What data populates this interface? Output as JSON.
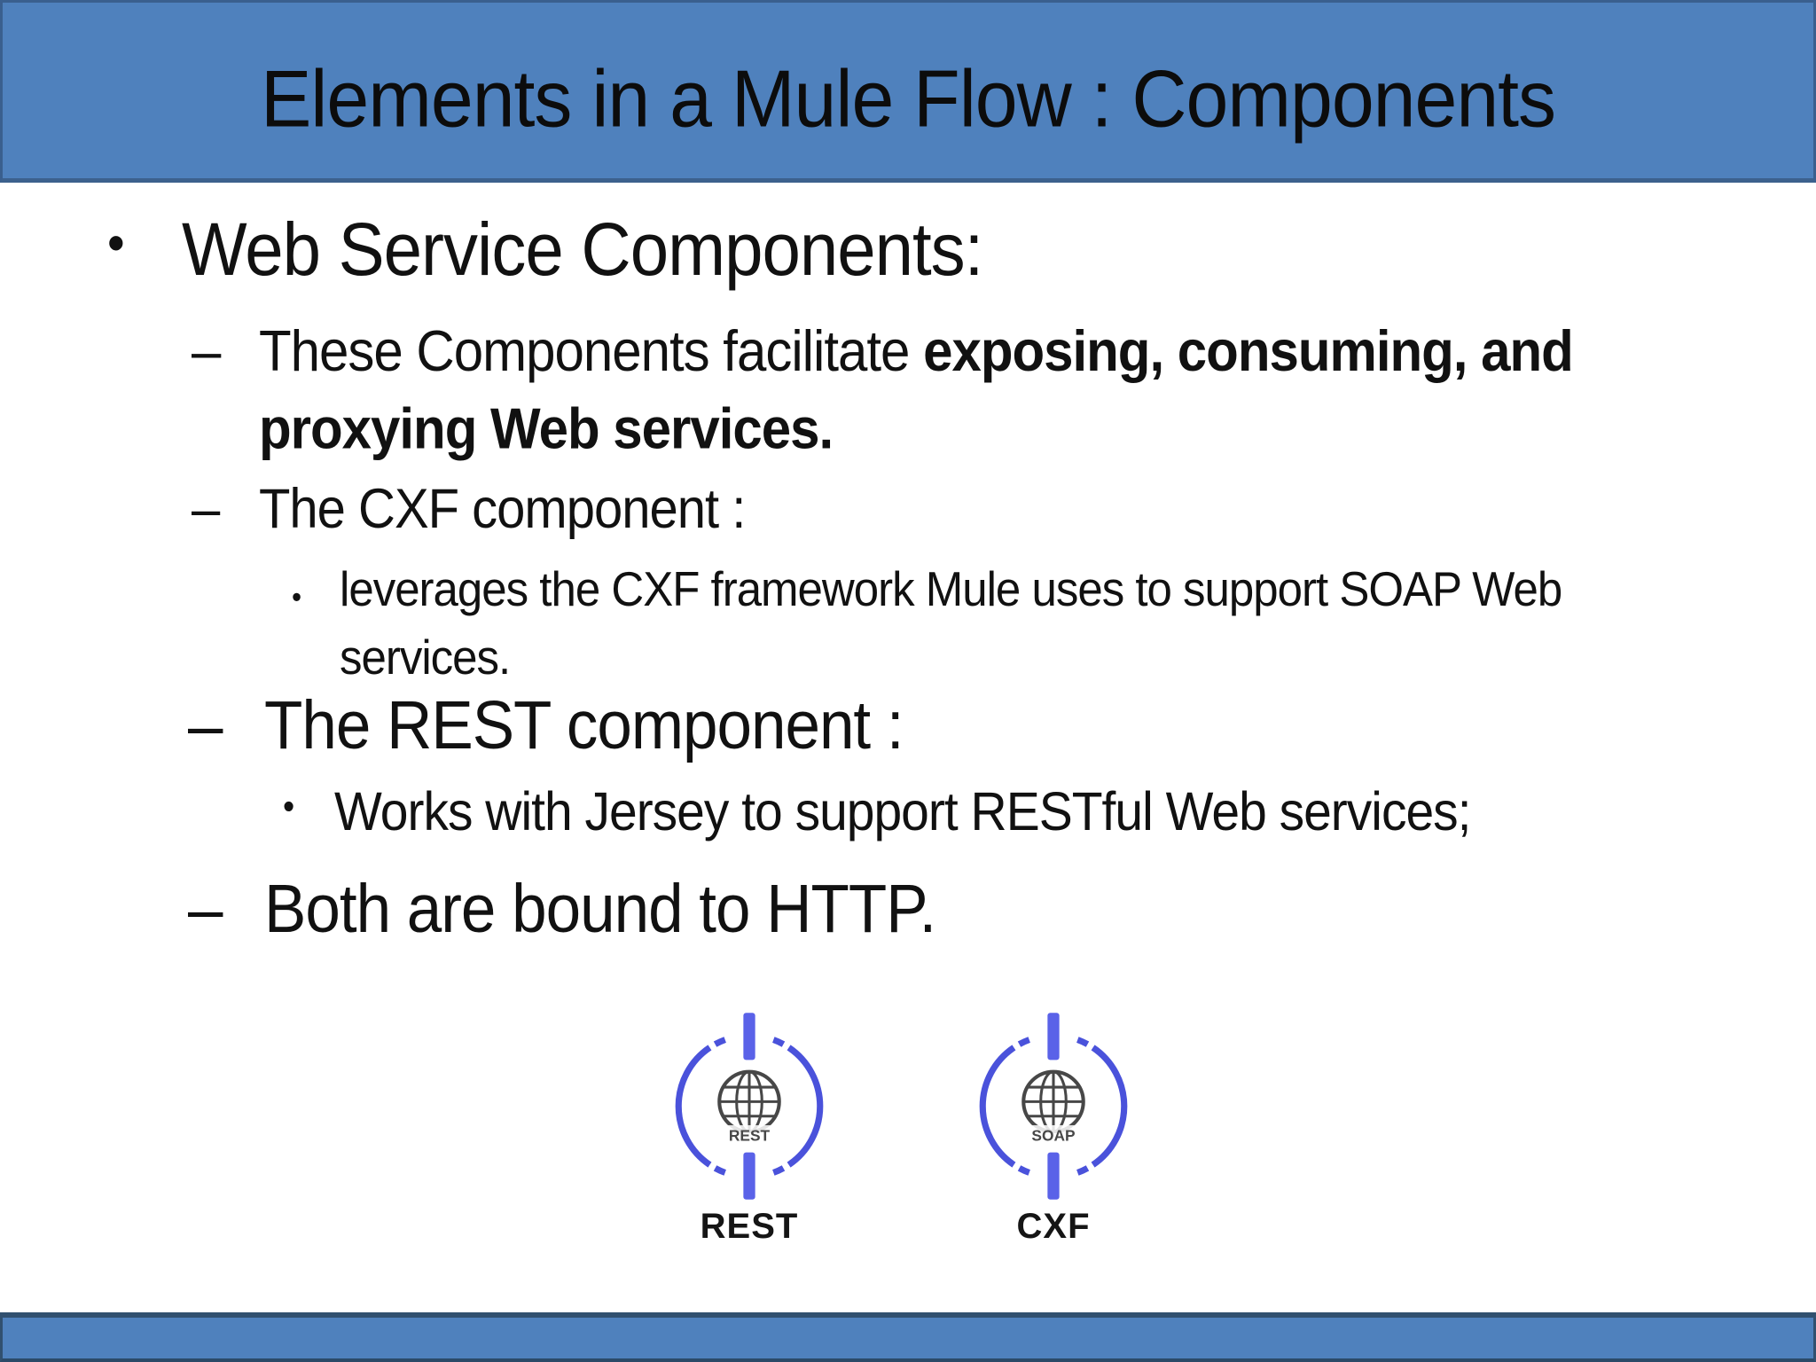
{
  "slide": {
    "title": "Elements in a Mule Flow : Components"
  },
  "content": {
    "web": {
      "marker": "•",
      "text": "Web Service Components:"
    },
    "facilitate": {
      "marker": "–",
      "normal": "These Components facilitate ",
      "bold_line1": "exposing, consuming, and",
      "bold_line2": "proxying Web services."
    },
    "cxf": {
      "marker": "–",
      "text": "The CXF component :"
    },
    "leverages": {
      "marker": "•",
      "line1": "leverages the CXF framework Mule uses to support SOAP Web",
      "line2": "services."
    },
    "rest": {
      "marker": "–",
      "text": "The REST component :"
    },
    "works": {
      "marker": "•",
      "text": "Works with Jersey to support RESTful Web services;"
    },
    "http": {
      "marker": "–",
      "text": "Both are bound to HTTP."
    }
  },
  "components": [
    {
      "badge": "REST",
      "caption": "REST"
    },
    {
      "badge": "SOAP",
      "caption": "CXF"
    }
  ],
  "colors": {
    "header_fill": "#4f81bd",
    "header_border": "#3a5f8e",
    "footer_fill": "#4f81bd",
    "footer_border": "#31506f",
    "ring_blue": "#4a52db",
    "bar_blue": "#5a62e8",
    "globe_gray": "#474747",
    "text": "#111111",
    "background": "#ffffff"
  }
}
